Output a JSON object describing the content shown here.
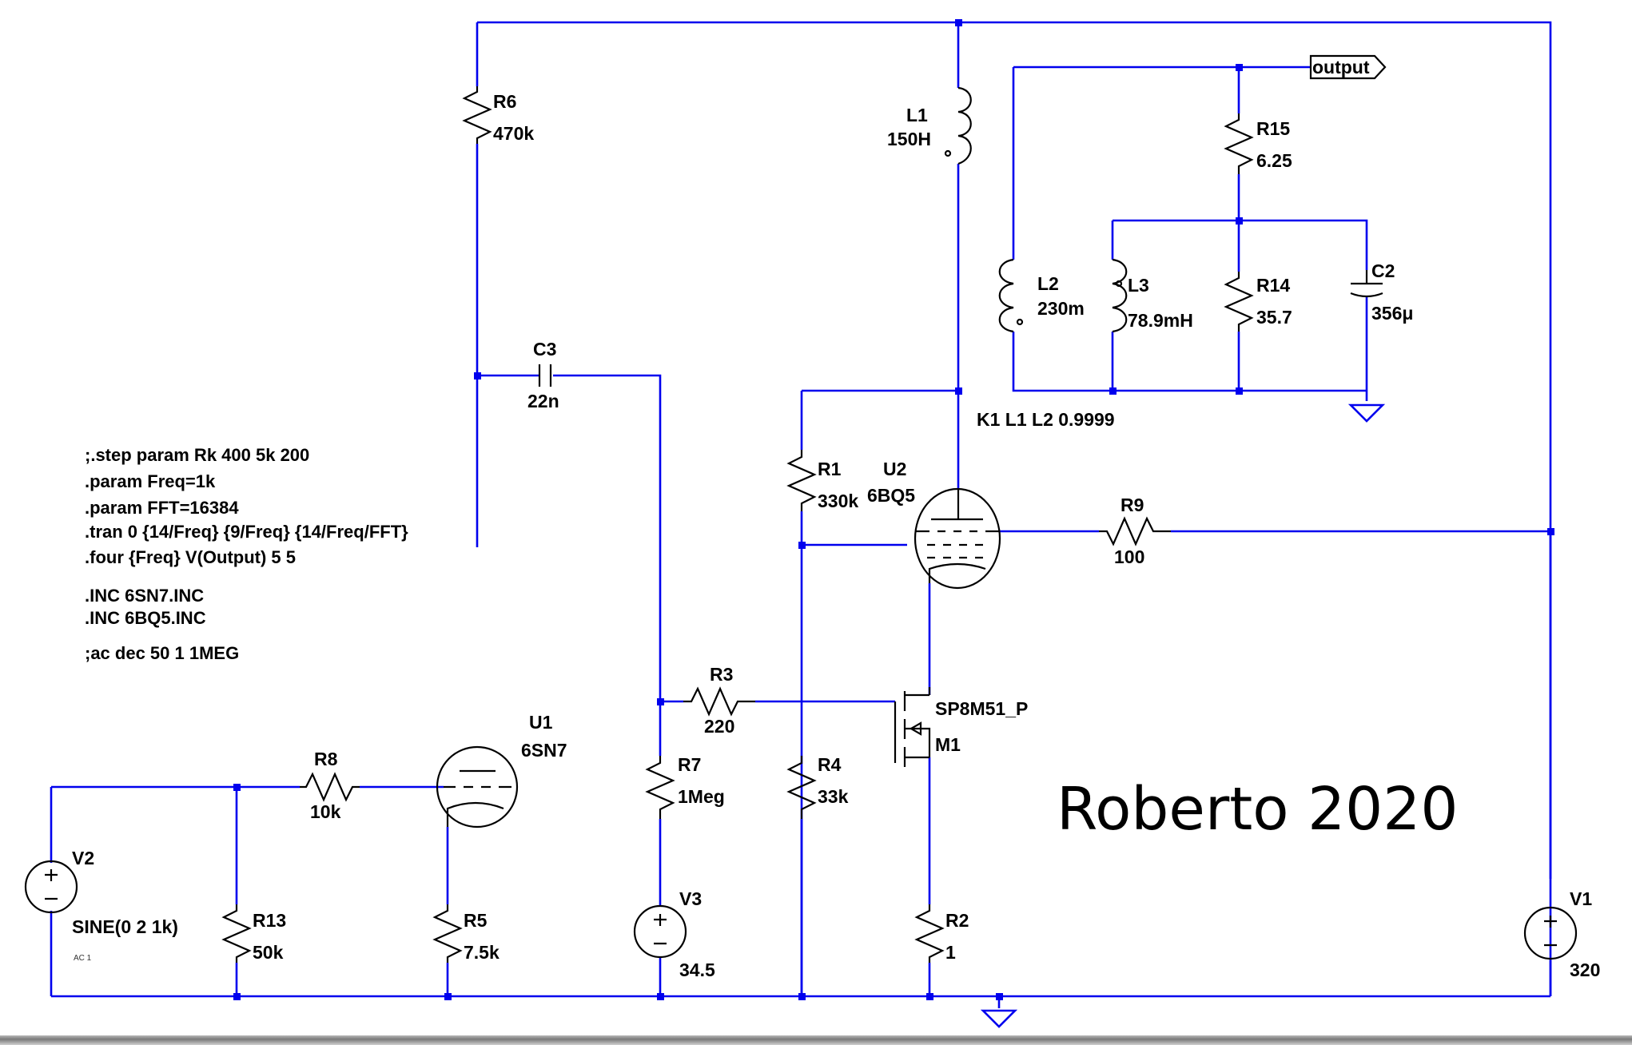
{
  "signature": "Roberto 2020",
  "net_label": "output",
  "directives": [
    ";.step param Rk 400 5k 200",
    ".param Freq=1k",
    ".param FFT=16384",
    ".tran 0 {14/Freq} {9/Freq} {14/Freq/FFT}",
    ".four {Freq} V(Output) 5 5",
    ".INC 6SN7.INC",
    ".INC 6BQ5.INC",
    ";ac dec 50 1 1MEG"
  ],
  "coupling": "K1 L1 L2 0.9999",
  "components": {
    "R6": {
      "name": "R6",
      "value": "470k"
    },
    "L1": {
      "name": "L1",
      "value": "150H"
    },
    "R15": {
      "name": "R15",
      "value": "6.25"
    },
    "L2": {
      "name": "L2",
      "value": "230m"
    },
    "L3": {
      "name": "L3",
      "value": "78.9mH"
    },
    "R14": {
      "name": "R14",
      "value": "35.7"
    },
    "C2": {
      "name": "C2",
      "value": "356μ"
    },
    "C3": {
      "name": "C3",
      "value": "22n"
    },
    "R1": {
      "name": "R1",
      "value": "330k"
    },
    "U2": {
      "name": "U2",
      "value": "6BQ5"
    },
    "R9": {
      "name": "R9",
      "value": "100"
    },
    "R3": {
      "name": "R3",
      "value": "220"
    },
    "M1": {
      "name": "M1",
      "value": "SP8M51_P"
    },
    "U1": {
      "name": "U1",
      "value": "6SN7"
    },
    "R8": {
      "name": "R8",
      "value": "10k"
    },
    "R7": {
      "name": "R7",
      "value": "1Meg"
    },
    "R4": {
      "name": "R4",
      "value": "33k"
    },
    "V2": {
      "name": "V2",
      "value": "SINE(0 2 1k)"
    },
    "R13": {
      "name": "R13",
      "value": "50k"
    },
    "R5": {
      "name": "R5",
      "value": "7.5k"
    },
    "V3": {
      "name": "V3",
      "value": "34.5"
    },
    "R2": {
      "name": "R2",
      "value": "1"
    },
    "V1": {
      "name": "V1",
      "value": "320"
    }
  },
  "colors": {
    "wire": "#0000ee",
    "component": "#000000",
    "background": "#ffffff"
  }
}
